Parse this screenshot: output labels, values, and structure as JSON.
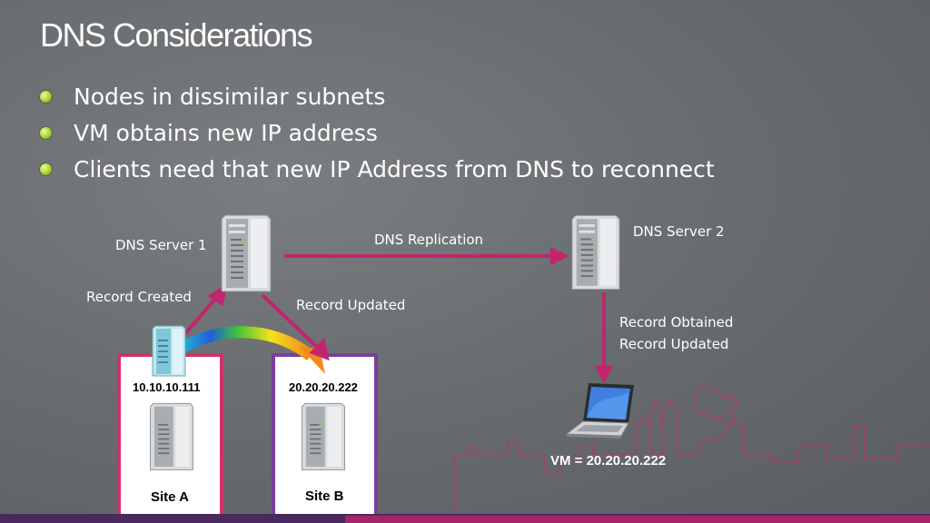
{
  "title": "DNS Considerations",
  "bullets": [
    "Nodes in dissimilar subnets",
    "VM obtains new IP address",
    "Clients need that new IP Address from DNS to reconnect"
  ],
  "diagram": {
    "dns_server_1": "DNS Server 1",
    "dns_server_2": "DNS Server 2",
    "dns_replication": "DNS Replication",
    "record_created": "Record Created",
    "record_updated": "Record Updated",
    "record_obtained": "Record Obtained",
    "record_updated_2": "Record Updated",
    "site_a": {
      "ip": "10.10.10.111",
      "label": "Site A"
    },
    "site_b": {
      "ip": "20.20.20.222",
      "label": "Site B"
    },
    "vm_label": "VM = 20.20.20.222"
  },
  "colors": {
    "arrow": "#c2256e",
    "site_a_border": "#d1306e",
    "site_b_border": "#7a3e9a",
    "skyline": "#b43a64"
  },
  "icons": [
    "server-icon",
    "laptop-icon",
    "bullet-dot-icon"
  ]
}
